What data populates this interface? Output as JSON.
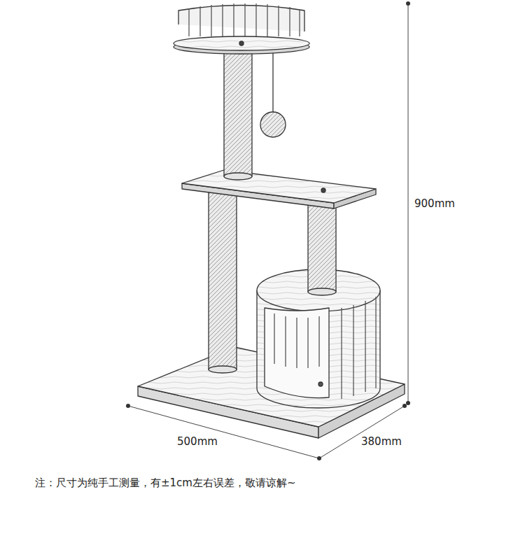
{
  "diagram": {
    "labels": [
      "900mm",
      "500mm",
      "380mm",
      "注：尺寸为纯手工测量，有±1cm左右误差，敬请谅解~"
    ]
  }
}
